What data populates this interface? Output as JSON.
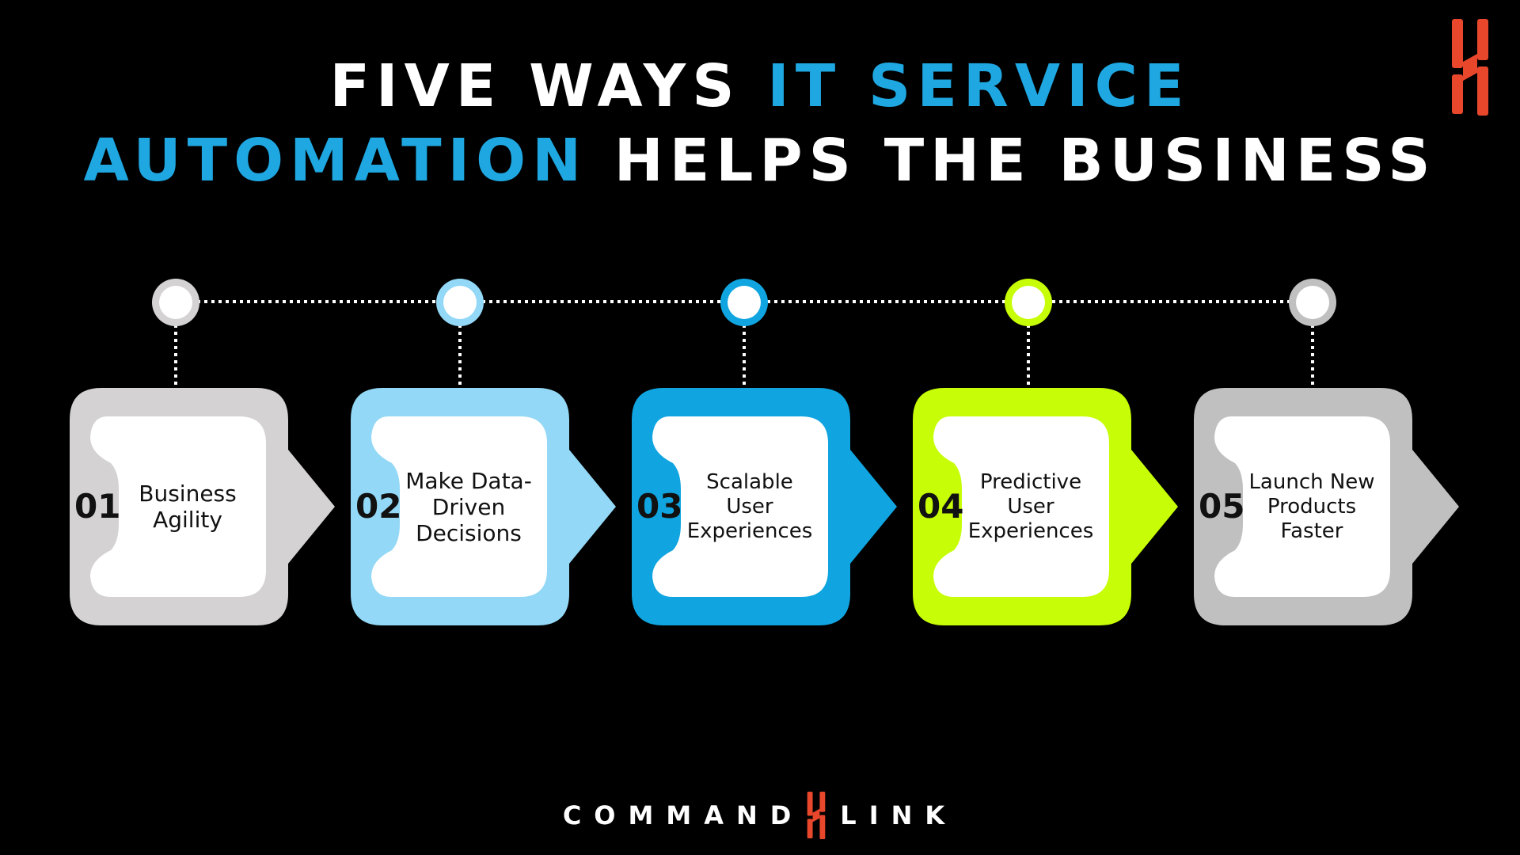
{
  "title": {
    "part1": "FIVE WAYS ",
    "part2": "IT SERVICE",
    "part3": "AUTOMATION",
    "part4": " HELPS THE BUSINESS"
  },
  "colors": {
    "accent_blue": "#1ea7e1",
    "brand_orange": "#e8472c",
    "step1": "#d4d2d2",
    "step2": "#93d8f6",
    "step3": "#10a5e0",
    "step4": "#c6fd07",
    "step5": "#c0c0c0"
  },
  "steps": [
    {
      "number": "01",
      "label": "Business\nAgility"
    },
    {
      "number": "02",
      "label": "Make Data-\nDriven\nDecisions"
    },
    {
      "number": "03",
      "label": "Scalable\nUser\nExperiences"
    },
    {
      "number": "04",
      "label": "Predictive\nUser\nExperiences"
    },
    {
      "number": "05",
      "label": "Launch New\nProducts\nFaster"
    }
  ],
  "brand": {
    "left": "COMMAND",
    "right": "LINK",
    "logo_icon": "commandlink-mark-icon"
  }
}
